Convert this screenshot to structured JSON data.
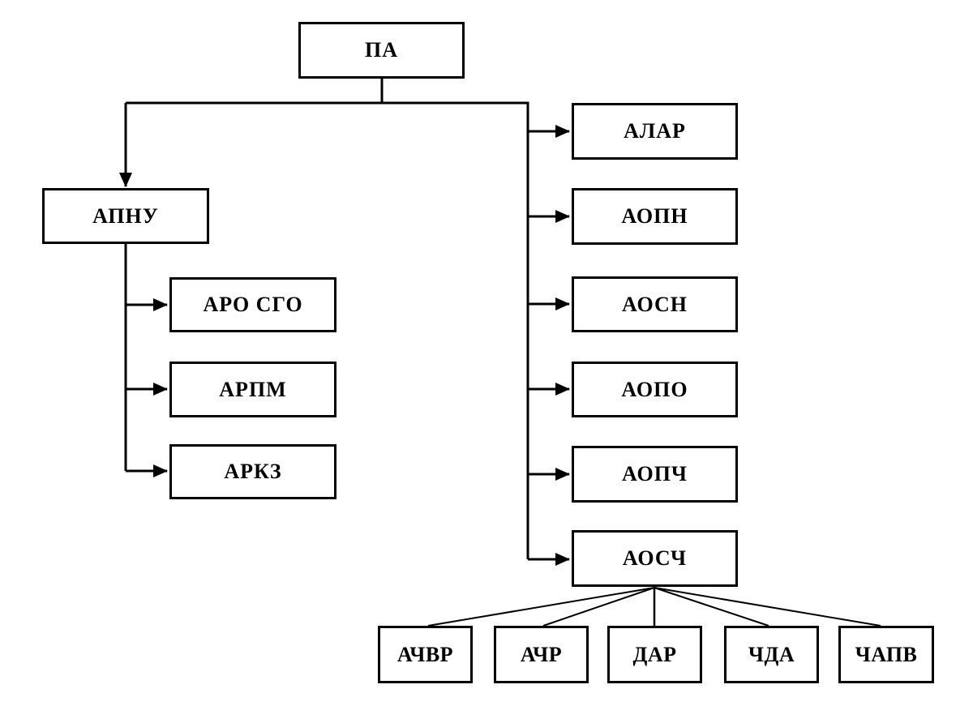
{
  "diagram": {
    "colors": {
      "line": "#000000",
      "background": "#ffffff",
      "text": "#000000"
    },
    "root": {
      "label": "ПА"
    },
    "left_branch": {
      "parent": {
        "label": "АПНУ"
      },
      "children": [
        {
          "label": "АРО СГО"
        },
        {
          "label": "АРПМ"
        },
        {
          "label": "АРКЗ"
        }
      ]
    },
    "right_branch": {
      "children": [
        {
          "label": "АЛАР"
        },
        {
          "label": "АОПН"
        },
        {
          "label": "АОСН"
        },
        {
          "label": "АОПО"
        },
        {
          "label": "АОПЧ"
        },
        {
          "label": "АОСЧ"
        }
      ]
    },
    "aosch_children": [
      {
        "label": "АЧВР"
      },
      {
        "label": "АЧР"
      },
      {
        "label": "ДАР"
      },
      {
        "label": "ЧДА"
      },
      {
        "label": "ЧАПВ"
      }
    ]
  }
}
